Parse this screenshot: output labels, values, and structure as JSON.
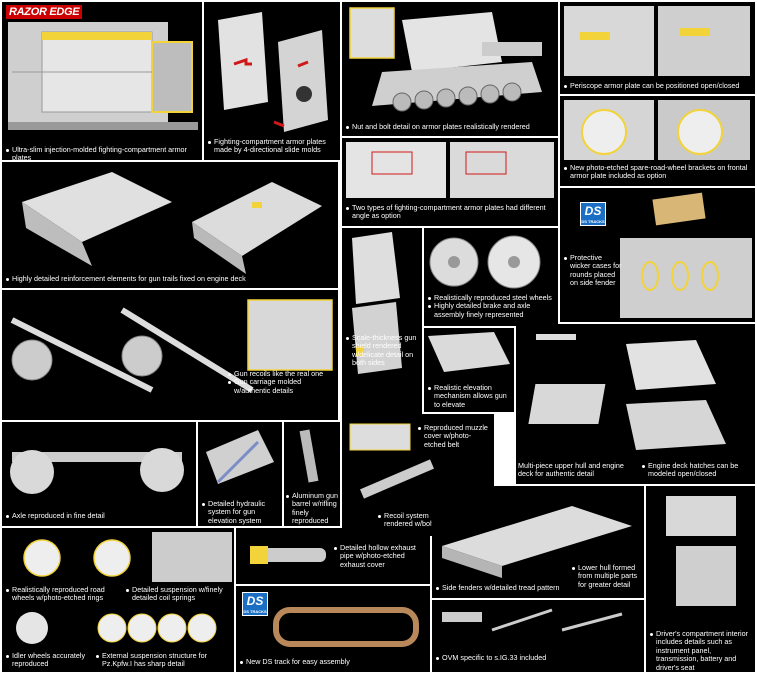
{
  "logo": "RAZOR EDGE",
  "ds_label": "DS",
  "ds_sub": "DS TRACKS",
  "captions": {
    "p1": "Ultra-slim injection-molded fighting-compartment armor plates",
    "p2": "Fighting-compartment armor plates made by 4-directional slide molds",
    "p3": "Nut and bolt detail on armor plates realistically rendered",
    "p4": "Periscope armor plate can be positioned open/closed",
    "p5": "New photo-etched spare-road-wheel brackets on frontal armor plate included as option",
    "p6": "Highly detailed reinforcement elements for gun trails fixed on engine deck",
    "p7": "Two types of fighting-compartment armor plates had different angle as option",
    "p8": "Protective wicker cases for rounds placed on side fender",
    "p9a": "Realistically reproduced steel wheels",
    "p9b": "Highly detailed brake and axle assembly finely represented",
    "p10a": "Gun recoils like the real one",
    "p10b": "Gun carriage molded w/authentic details",
    "p11": "Scale-thickness gun shield rendered w/delicate detail on both sides",
    "p12": "Realistic elevation mechanism allows gun to elevate",
    "p13": "Reproduced muzzle cover w/photo-etched belt",
    "p14": "Multi-piece upper hull and engine deck for authentic detail",
    "p15": "Engine deck hatches can be modeled open/closed",
    "p16": "Axle reproduced in fine detail",
    "p17": "Detailed hydraulic system for gun elevation system",
    "p18": "Aluminum gun barrel w/rifling finely reproduced",
    "p19": "Recoil system rendered w/bolt detail",
    "p20a": "Realistically reproduced road wheels w/photo-etched rings",
    "p20b": "Detailed suspension w/finely detailed coil springs",
    "p20c": "Idler wheels accurately reproduced",
    "p20d": "External suspension structure for Pz.Kpfw.I has sharp detail",
    "p21": "Detailed hollow exhaust pipe w/photo-etched exhaust cover",
    "p22": "New DS track for easy assembly",
    "p23": "Side fenders w/detailed tread pattern",
    "p24": "Lower hull formed from multiple parts for greater detail",
    "p25": "OVM specific to s.IG.33 included",
    "p26": "Driver's compartment interior includes details such as instrument panel, transmission, battery and driver's seat"
  },
  "colors": {
    "panel_bg": "#000000",
    "part_grey": "#d9d9d9",
    "highlight_yellow": "#f2d33a",
    "arrow_red": "#d01818",
    "track_brown": "#b8885a",
    "ds_blue": "#1a6fc4"
  }
}
